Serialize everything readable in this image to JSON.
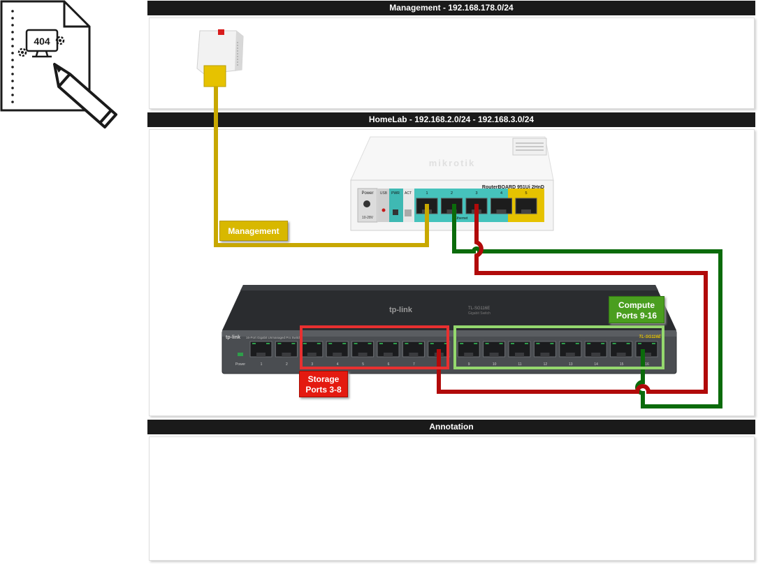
{
  "sections": {
    "management": {
      "title": "Management - 192.168.178.0/24"
    },
    "homelab": {
      "title": "HomeLab - 192.168.2.0/24 - 192.168.3.0/24"
    },
    "annotation": {
      "title": "Annotation"
    }
  },
  "logo": {
    "error_code": "404"
  },
  "router": {
    "brand": "mikrotik",
    "model": "RouterBOARD 951Ui 2HnD",
    "led_power": "Power",
    "led_usb": "USB",
    "led_pwr": "PWR",
    "led_act": "ACT",
    "port_numbers": [
      "1",
      "2",
      "3",
      "4",
      "5"
    ],
    "ethernet_label": "Ethernet",
    "voltage_label": "10-28V"
  },
  "switch": {
    "brand": "tp-link",
    "top_model": "TL-SG116E",
    "top_desc": "Gigabit Switch",
    "front_desc": "16-Port Gigabit Unmanaged Pro Switch",
    "model_tag": "TL-SG116E",
    "power_label": "Power",
    "port_numbers": [
      "1",
      "2",
      "3",
      "4",
      "5",
      "6",
      "7",
      "8",
      "9",
      "10",
      "11",
      "12",
      "13",
      "14",
      "15",
      "16"
    ]
  },
  "labels": {
    "management": "Management",
    "compute_line1": "Compute",
    "compute_line2": "Ports 9-16",
    "storage_line1": "Storage",
    "storage_line2": "Ports 3-8"
  },
  "colors": {
    "header_bg": "#1a1a1a",
    "management": "#c8a800",
    "compute": "#4a9e1f",
    "storage": "#d01010",
    "green_cable": "#0b6b0b",
    "red_cable": "#b10a0a"
  }
}
